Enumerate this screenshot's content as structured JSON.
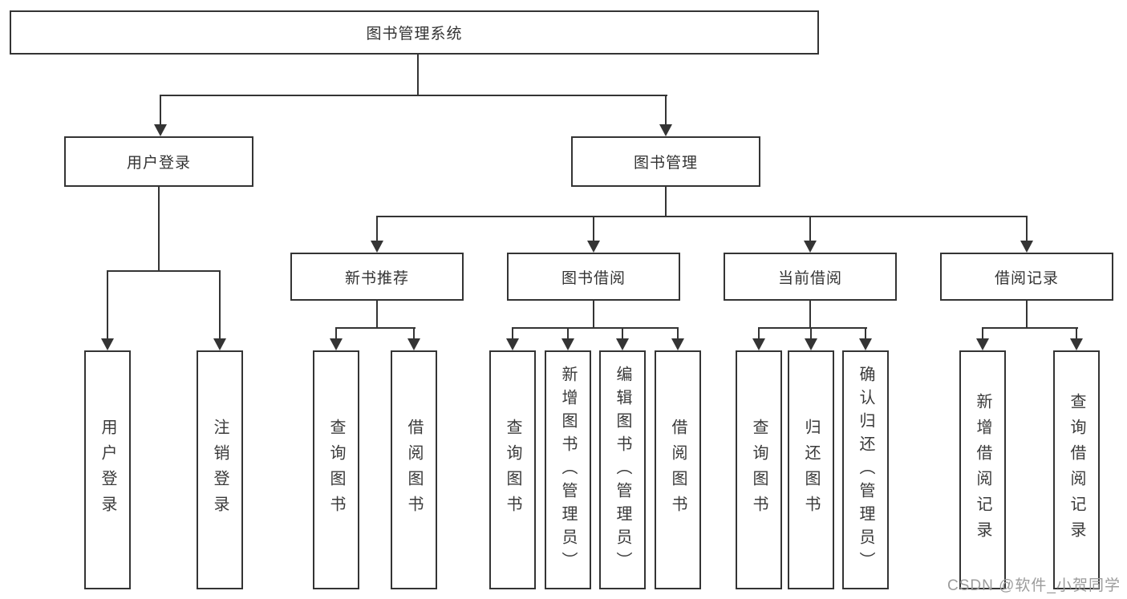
{
  "tree": {
    "label": "图书管理系统",
    "children": [
      {
        "label": "用户登录",
        "children": [
          {
            "label": "用户登录"
          },
          {
            "label": "注销登录"
          }
        ]
      },
      {
        "label": "图书管理",
        "children": [
          {
            "label": "新书推荐",
            "children": [
              {
                "label": "查询图书"
              },
              {
                "label": "借阅图书"
              }
            ]
          },
          {
            "label": "图书借阅",
            "children": [
              {
                "label": "查询图书"
              },
              {
                "label": "新增图书（管理员）"
              },
              {
                "label": "编辑图书（管理员）"
              },
              {
                "label": "借阅图书"
              }
            ]
          },
          {
            "label": "当前借阅",
            "children": [
              {
                "label": "查询图书"
              },
              {
                "label": "归还图书"
              },
              {
                "label": "确认归还（管理员）"
              }
            ]
          },
          {
            "label": "借阅记录",
            "children": [
              {
                "label": "新增借阅记录"
              },
              {
                "label": "查询借阅记录"
              }
            ]
          }
        ]
      }
    ]
  },
  "watermark": "CSDN @软件_小贺同学",
  "colors": {
    "line": "#343434",
    "box_border": "#343434",
    "text": "#333333",
    "watermark": "#9c9c9c",
    "background": "#ffffff"
  }
}
